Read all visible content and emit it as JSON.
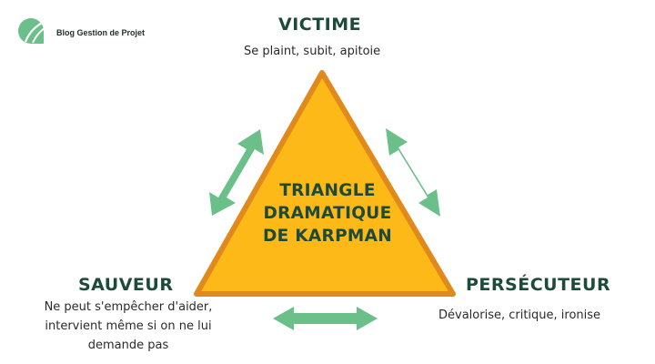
{
  "brand": {
    "name": "Blog Gestion de Projet"
  },
  "center": {
    "lines": [
      "TRIANGLE",
      "DRAMATIQUE",
      "DE KARPMAN"
    ]
  },
  "roles": {
    "victime": {
      "title": "VICTIME",
      "desc": "Se plaint, subit, apitoie"
    },
    "sauveur": {
      "title": "SAUVEUR",
      "desc_lines": [
        "Ne peut s'empêcher d'aider,",
        "intervient même si on ne lui",
        "demande pas"
      ]
    },
    "persecuteur": {
      "title": "PERSÉCUTEUR",
      "desc": "Dévalorise, critique, ironise"
    }
  },
  "colors": {
    "triangle_fill": "#FDB918",
    "triangle_stroke": "#E08A1E",
    "arrow": "#6BC08A",
    "title_text": "#1D4A3A",
    "logo": "#6BC08A"
  },
  "icons": [
    "leaf-logo-icon",
    "double-arrow-icon"
  ]
}
